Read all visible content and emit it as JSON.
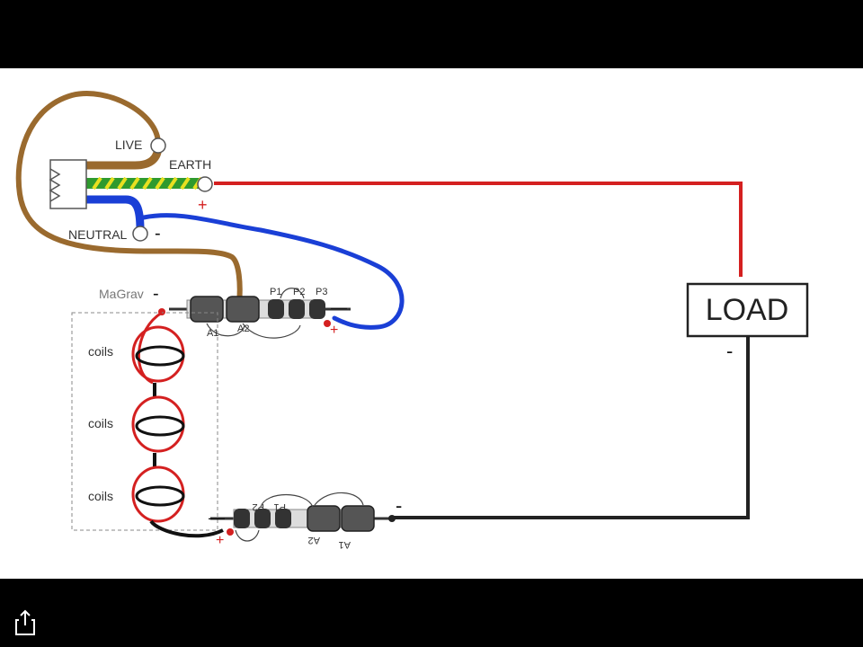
{
  "viewer": {
    "share_icon": "share-icon"
  },
  "diagram": {
    "labels": {
      "live": "LIVE",
      "earth": "EARTH",
      "neutral": "NEUTRAL",
      "magrav": "MaGrav",
      "load": "LOAD",
      "coil_1": "coils",
      "coil_2": "coils",
      "coil_3": "coils",
      "p1": "P1",
      "p2": "P2",
      "p3": "P3",
      "a1": "A1",
      "a2": "A2",
      "p1_mirrored": "P1",
      "p2_mirrored": "P2",
      "a1_mirrored": "A1",
      "a2_mirrored": "A2"
    },
    "polarity": {
      "earth_plus": "+",
      "neutral_minus": "-",
      "magrav_minus": "-",
      "upper_plus": "+",
      "upper_minus": "—",
      "load_minus": "-",
      "lower_minus_right": "-",
      "lower_minus_left": "—",
      "lower_plus": "+"
    },
    "colors": {
      "live_wire": "#9a6a2e",
      "earth_green": "#2e9a2e",
      "earth_yellow": "#e8e020",
      "neutral_wire": "#1a3fd6",
      "red_wire": "#d42020",
      "black_wire": "#222222",
      "coil_red": "#d42020"
    }
  }
}
